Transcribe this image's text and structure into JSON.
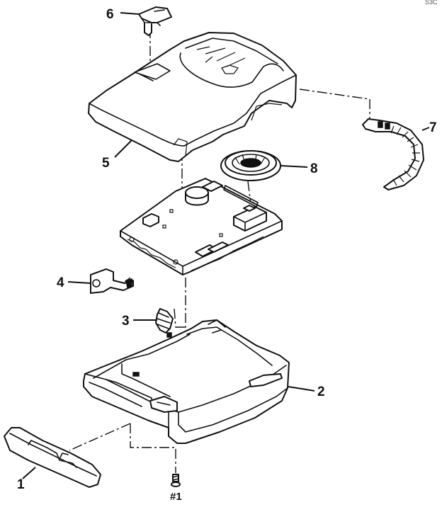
{
  "corner_code": "S3C",
  "callouts": {
    "p1": "1",
    "p2": "2",
    "p3": "3",
    "p4": "4",
    "p5": "5",
    "p6": "6",
    "p7": "7",
    "p8": "8",
    "screw": "#1"
  },
  "parts": {
    "p1": "end cap",
    "p2": "bottom housing",
    "p3": "spring",
    "p4": "bracket",
    "p5": "top cover",
    "p6": "key",
    "p7": "belt clip",
    "p8": "speaker",
    "pcb": "circuit board",
    "screw": "screw"
  }
}
